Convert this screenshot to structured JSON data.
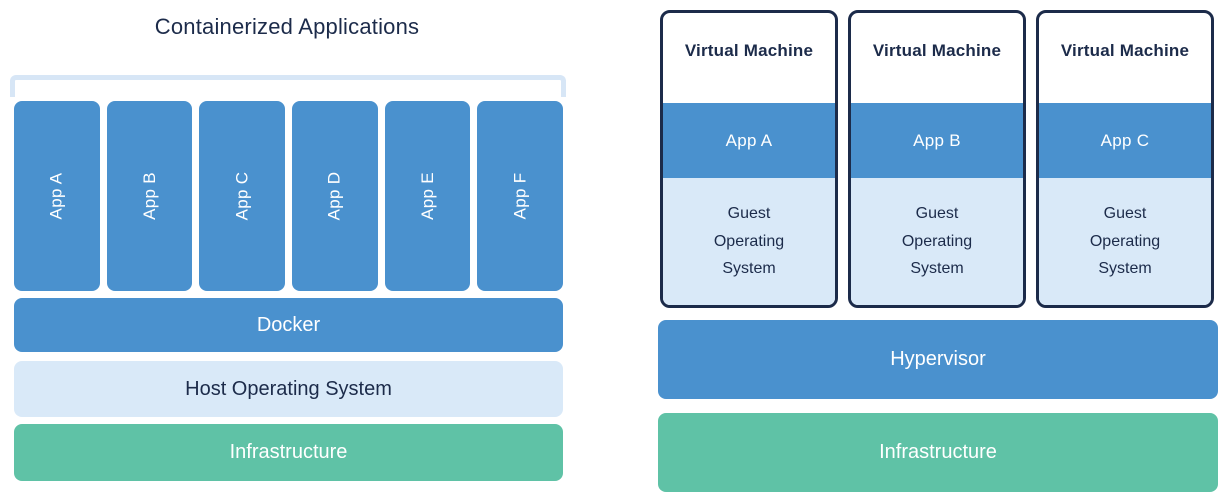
{
  "colors": {
    "blue": "#4a91ce",
    "light_blue": "#d9e9f8",
    "green": "#5fc2a6",
    "navy": "#1c2b4a",
    "bracket_blue": "#d7e6f6"
  },
  "containers": {
    "title": "Containerized Applications",
    "apps": [
      "App A",
      "App B",
      "App C",
      "App D",
      "App E",
      "App F"
    ],
    "docker_label": "Docker",
    "host_os_label": "Host Operating System",
    "infrastructure_label": "Infrastructure"
  },
  "vms": {
    "machines": [
      {
        "title": "Virtual Machine",
        "app": "App A",
        "os": "Guest Operating System"
      },
      {
        "title": "Virtual Machine",
        "app": "App B",
        "os": "Guest Operating System"
      },
      {
        "title": "Virtual Machine",
        "app": "App C",
        "os": "Guest Operating System"
      }
    ],
    "hypervisor_label": "Hypervisor",
    "infrastructure_label": "Infrastructure"
  }
}
